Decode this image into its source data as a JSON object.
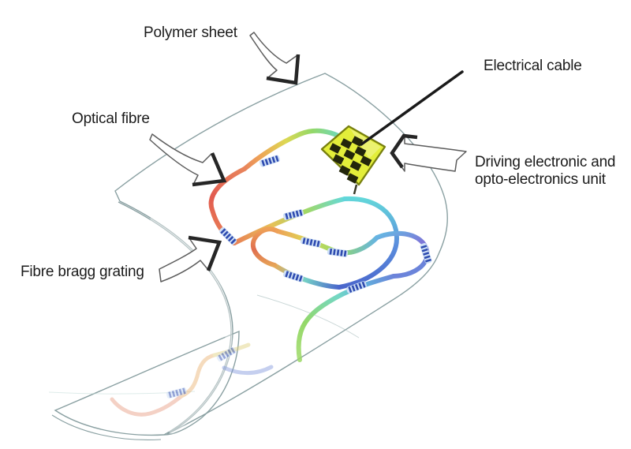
{
  "figure": {
    "labels": {
      "polymer_sheet": "Polymer sheet",
      "optical_fibre": "Optical fibre",
      "electrical_cable": "Electrical cable",
      "driving_unit": "Driving electronic and opto-electronics unit",
      "fibre_bragg_grating": "Fibre bragg grating"
    },
    "colors": {
      "background": "#ffffff",
      "sheet_fill_light": "#ecfcf9",
      "sheet_fill_deep": "#c7efe7",
      "strip_fill": "#d2f3ec",
      "sheet_edge": "#8aa0a2",
      "unit_fill": "#e3ee3a",
      "unit_border": "#78800f",
      "chip_fill": "#23260b",
      "cable": "#1a1a1a",
      "grating_bar": "#2e4bb0",
      "grating_base": "#cfe0f6",
      "fiber_red": "#e25b50",
      "fiber_orange": "#eea157",
      "fiber_yellow": "#ddd853",
      "fiber_green": "#93d868",
      "fiber_cyan": "#63d9da",
      "fiber_blue": "#5b8fdd",
      "fiber_deep_blue": "#4a66cc",
      "fiber_purple": "#7d76d8",
      "label_color": "#1b1b1b",
      "arrow_fill": "#ffffff",
      "arrow_outline": "#5c5c5c",
      "arrow_accent": "#262626"
    }
  }
}
